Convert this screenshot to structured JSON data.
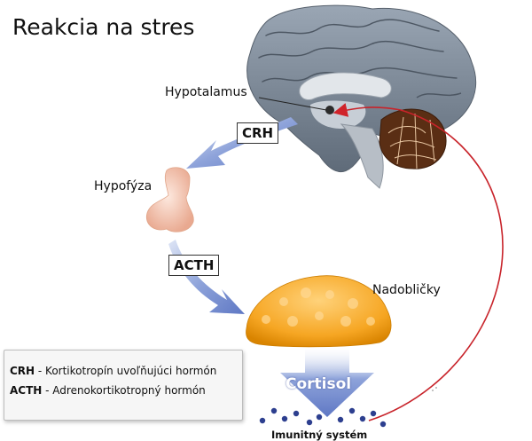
{
  "title": "Reakcia na stres",
  "labels": {
    "hypothalamus": "Hypotalamus",
    "pituitary": "Hypofýza",
    "adrenal": "Nadobličky",
    "immune": "Imunitný systém"
  },
  "hormones": {
    "crh": "CRH",
    "acth": "ACTH",
    "cortisol": "Cortisol"
  },
  "legend": [
    {
      "abbr": "CRH",
      "text": " - Kortikotropín uvoľňujúci hormón"
    },
    {
      "abbr": "ACTH",
      "text": " - Adrenokortikotropný hormón"
    }
  ],
  "colors": {
    "arrow_blue": "#6d86c9",
    "feedback_red": "#c8232a",
    "adrenal_orange": "#f5a623",
    "brain": "#7d8a99"
  },
  "icons": [
    "brain-icon",
    "pituitary-gland-icon",
    "adrenal-gland-icon",
    "immune-cells-icon"
  ]
}
